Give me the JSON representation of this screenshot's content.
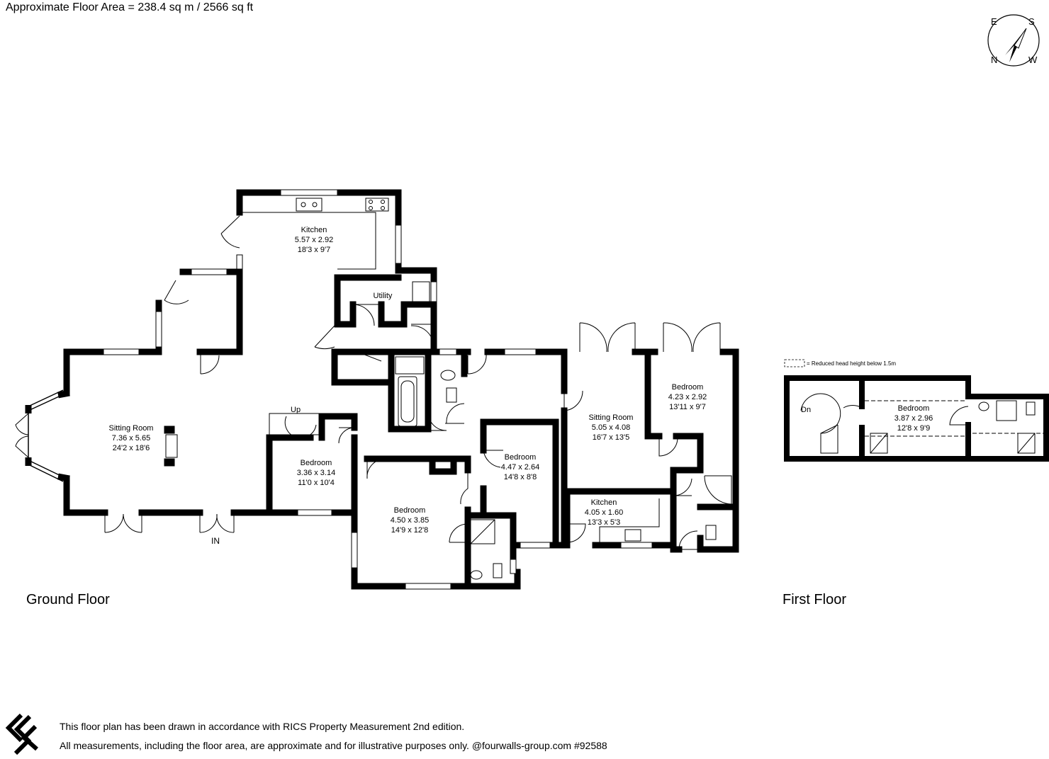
{
  "header": {
    "area_text": "Approximate Floor Area = 238.4 sq m / 2566 sq ft"
  },
  "compass": {
    "e": "E",
    "s": "S",
    "n": "N",
    "w": "W"
  },
  "floors": {
    "ground": "Ground Floor",
    "first": "First Floor"
  },
  "rooms": {
    "kitchen_main": {
      "name": "Kitchen",
      "metric": "5.57 x 2.92",
      "imperial": "18'3 x 9'7"
    },
    "utility": {
      "name": "Utility"
    },
    "sitting_main": {
      "name": "Sitting Room",
      "metric": "7.36 x 5.65",
      "imperial": "24'2 x 18'6"
    },
    "bedroom_a": {
      "name": "Bedroom",
      "metric": "3.36 x 3.14",
      "imperial": "11'0 x 10'4"
    },
    "bedroom_b": {
      "name": "Bedroom",
      "metric": "4.50 x 3.85",
      "imperial": "14'9 x 12'8"
    },
    "bedroom_c": {
      "name": "Bedroom",
      "metric": "4.47 x 2.64",
      "imperial": "14'8 x 8'8"
    },
    "sitting_annex": {
      "name": "Sitting Room",
      "metric": "5.05 x 4.08",
      "imperial": "16'7 x 13'5"
    },
    "bedroom_d": {
      "name": "Bedroom",
      "metric": "4.23 x 2.92",
      "imperial": "13'11 x 9'7"
    },
    "kitchen_annex": {
      "name": "Kitchen",
      "metric": "4.05 x 1.60",
      "imperial": "13'3 x 5'3"
    },
    "bedroom_first": {
      "name": "Bedroom",
      "metric": "3.87 x 2.96",
      "imperial": "12'8 x 9'9"
    }
  },
  "stairs": {
    "up": "Up",
    "down": "Dn"
  },
  "entrance": "IN",
  "legend": {
    "reduced_height": "= Reduced head height below 1.5m"
  },
  "footer": {
    "line1": "This floor plan has been drawn in accordance with RICS Property Measurement 2nd edition.",
    "line2": "All measurements, including the floor area, are approximate and for illustrative purposes only. @fourwalls-group.com #92588"
  }
}
